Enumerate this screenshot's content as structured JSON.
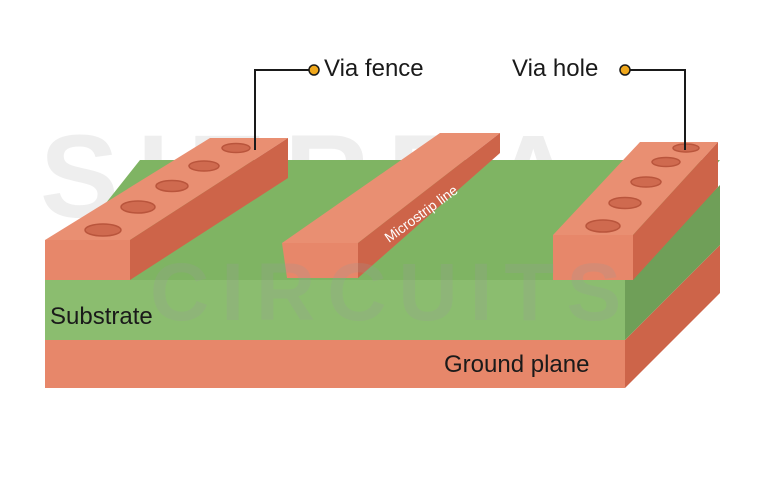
{
  "labels": {
    "via_fence": "Via fence",
    "via_hole": "Via hole",
    "microstrip": "Microstrip line",
    "substrate": "Substrate",
    "ground_plane": "Ground plane"
  },
  "watermark": {
    "top": "SIERRA",
    "bottom": "CIRCUITS"
  },
  "colors": {
    "copper_front": "#e7876a",
    "copper_top": "#e98f72",
    "copper_side": "#cd6449",
    "copper_dark": "#b9553c",
    "substrate_front": "#8bbd6f",
    "substrate_top": "#7fb463",
    "substrate_side": "#6f9f58",
    "callout_line": "#1a1a1a",
    "callout_dot": "#f0a81c",
    "text": "#1a1a1a"
  },
  "icons": {
    "callout_marker": "dot-icon"
  }
}
